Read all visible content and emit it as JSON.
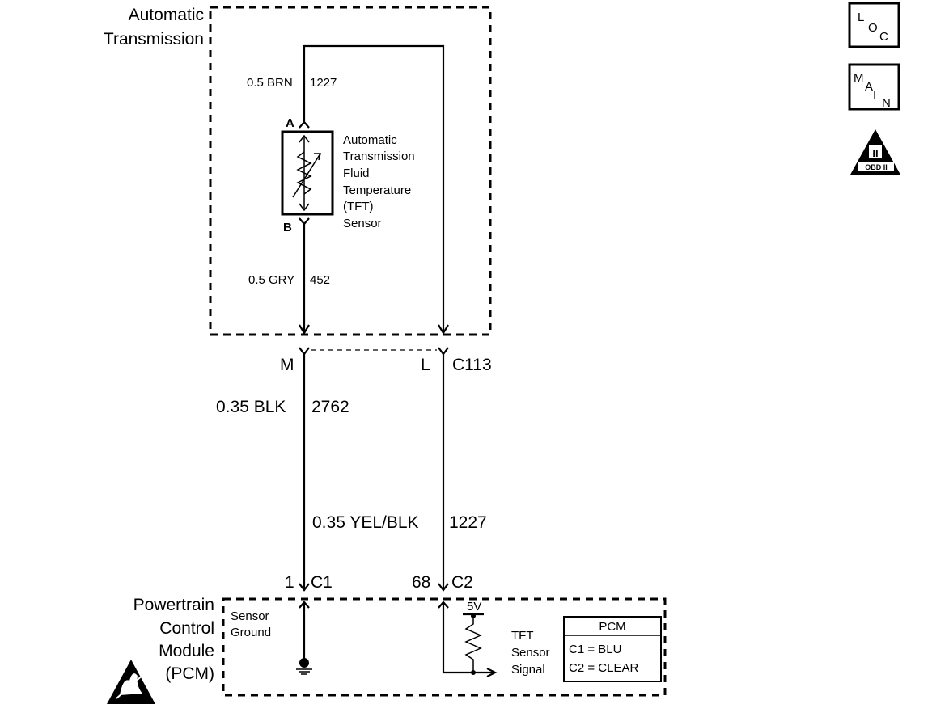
{
  "transmission": {
    "title_line1": "Automatic",
    "title_line2": "Transmission",
    "wire_brn": {
      "size_color": "0.5 BRN",
      "circuit": "1227"
    },
    "wire_gry": {
      "size_color": "0.5 GRY",
      "circuit": "452"
    },
    "pin_a": "A",
    "pin_b": "B",
    "sensor_label": [
      "Automatic",
      "Transmission",
      "Fluid",
      "Temperature",
      "(TFT)",
      "Sensor"
    ]
  },
  "connector": {
    "pin_m": "M",
    "pin_l": "L",
    "name": "C113"
  },
  "harness": {
    "wire_blk": {
      "size_color": "0.35 BLK",
      "circuit": "2762"
    },
    "wire_yelblk": {
      "size_color": "0.35 YEL/BLK",
      "circuit": "1227"
    }
  },
  "pcm": {
    "title": [
      "Powertrain",
      "Control",
      "Module",
      "(PCM)"
    ],
    "pin1_num": "1",
    "pin1_conn": "C1",
    "pin68_num": "68",
    "pin68_conn": "C2",
    "sensor_ground": [
      "Sensor",
      "Ground"
    ],
    "voltage": "5V",
    "signal_label": [
      "TFT",
      "Sensor",
      "Signal"
    ],
    "legend": {
      "header": "PCM",
      "rows": [
        "C1 = BLU",
        "C2 = CLEAR"
      ]
    }
  },
  "side_icons": {
    "loc": [
      "L",
      "O",
      "C"
    ],
    "main": [
      "M",
      "A",
      "I",
      "N"
    ],
    "obd": [
      "II",
      "OBD II"
    ]
  }
}
